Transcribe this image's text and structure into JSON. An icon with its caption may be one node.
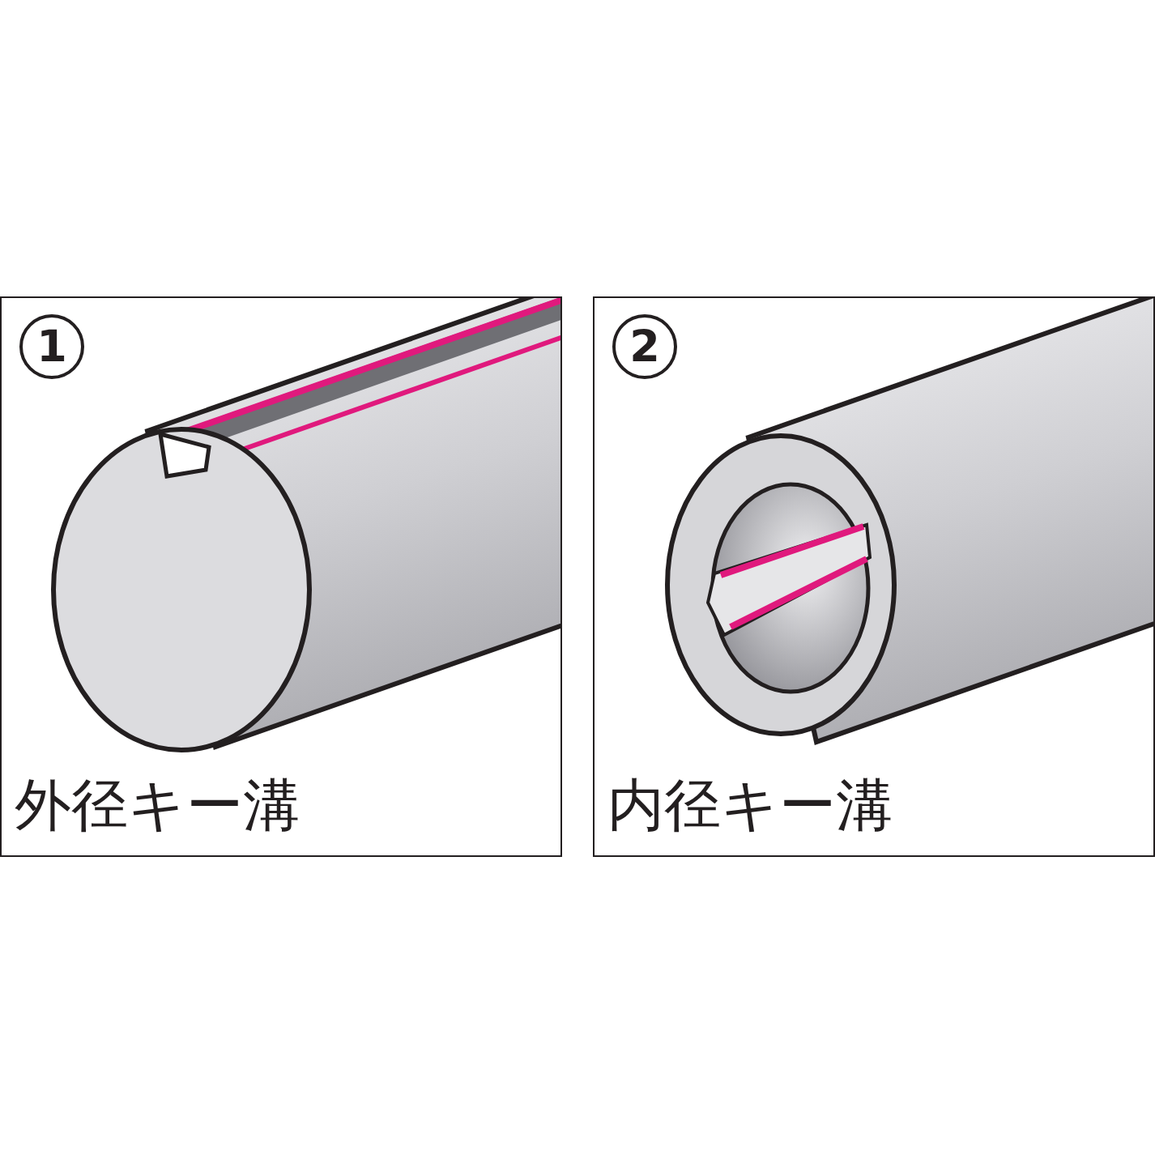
{
  "diagram": {
    "nodes": [
      {
        "text": [
          "外径キー溝"
        ]
      },
      {
        "text": [
          "1"
        ],
        "in": 0
      },
      {
        "text": [
          "内径キー溝"
        ]
      },
      {
        "text": [
          "2"
        ],
        "in": 2
      }
    ]
  }
}
